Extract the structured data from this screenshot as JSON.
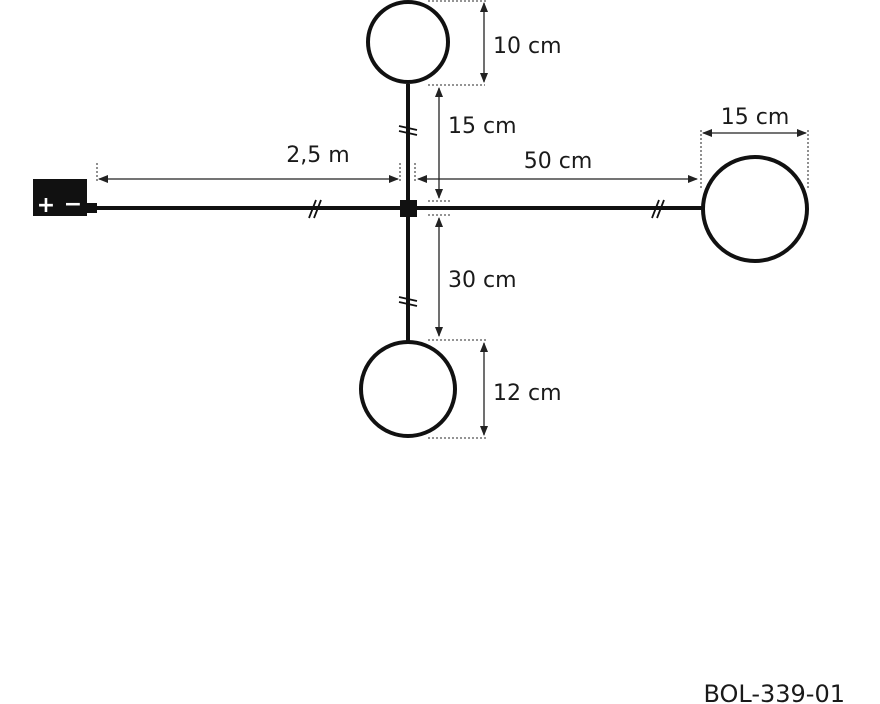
{
  "diagram": {
    "type": "product dimension diagram - light string with globes",
    "battery": {
      "plus_symbol": "+",
      "minus_symbol": "−"
    },
    "dimensions": {
      "lead_cable": "2,5 m",
      "right_arm": "50 cm",
      "top_arm": "15 cm",
      "bottom_arm": "30 cm",
      "top_globe": "10 cm",
      "right_globe": "15 cm",
      "bottom_globe": "12 cm"
    },
    "product_code": "BOL-339-01"
  }
}
